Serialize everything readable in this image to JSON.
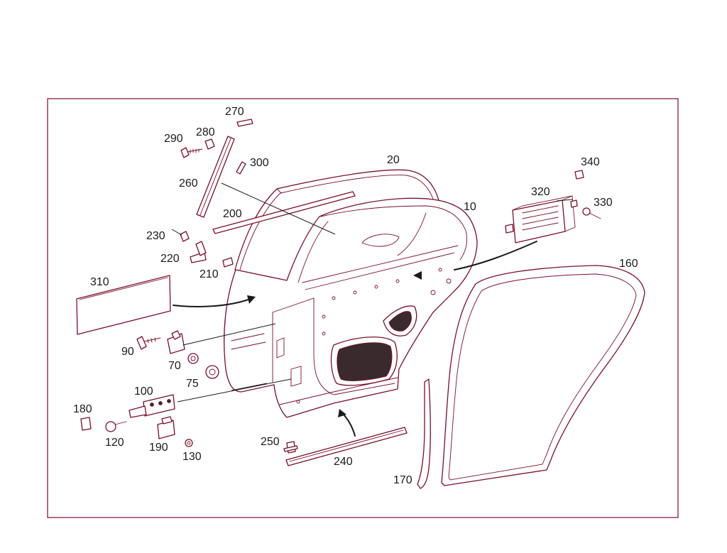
{
  "colors": {
    "line": "#7a0f2a",
    "text": "#1a1a1a",
    "background": "#ffffff"
  },
  "callouts": {
    "c10": "10",
    "c20": "20",
    "c70": "70",
    "c75": "75",
    "c90": "90",
    "c100": "100",
    "c120": "120",
    "c130": "130",
    "c160": "160",
    "c170": "170",
    "c180": "180",
    "c190": "190",
    "c200": "200",
    "c210": "210",
    "c220": "220",
    "c230": "230",
    "c240": "240",
    "c250": "250",
    "c260": "260",
    "c270": "270",
    "c280": "280",
    "c290": "290",
    "c300": "300",
    "c310": "310",
    "c320": "320",
    "c330": "330",
    "c340": "340"
  }
}
